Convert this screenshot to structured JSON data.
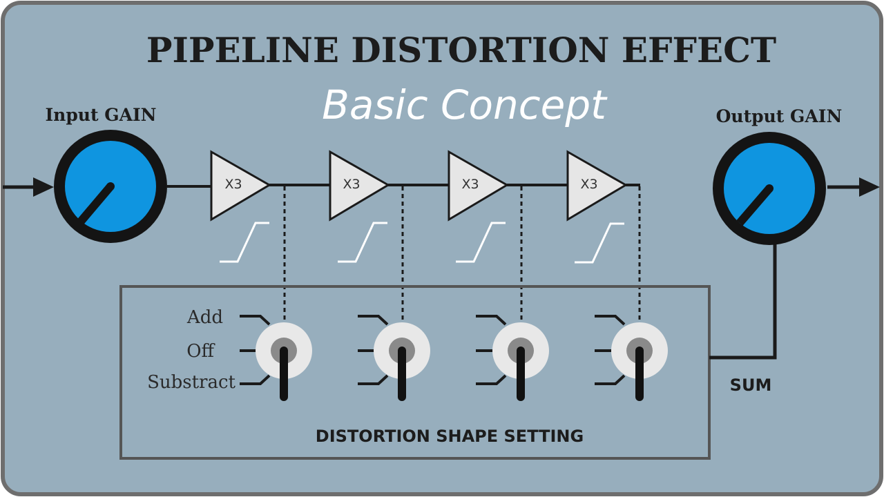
{
  "title": "PIPELINE DISTORTION EFFECT",
  "subtitle": "Basic Concept",
  "input_gain": {
    "label": "Input GAIN"
  },
  "output_gain": {
    "label": "Output GAIN"
  },
  "stages": [
    {
      "label": "X3"
    },
    {
      "label": "X3"
    },
    {
      "label": "X3"
    },
    {
      "label": "X3"
    }
  ],
  "switch_positions": {
    "add": "Add",
    "off": "Off",
    "subtract": "Substract"
  },
  "switch_panel_label": "DISTORTION SHAPE SETTING",
  "sum_label": "SUM",
  "colors": {
    "background": "#97aebd",
    "knob_fill": "#0f95e0",
    "knob_ring": "#141414",
    "line": "#1a1a1a",
    "panel_border": "#555555",
    "amp_fill": "#e6e6e6",
    "curve": "#ffffff"
  }
}
